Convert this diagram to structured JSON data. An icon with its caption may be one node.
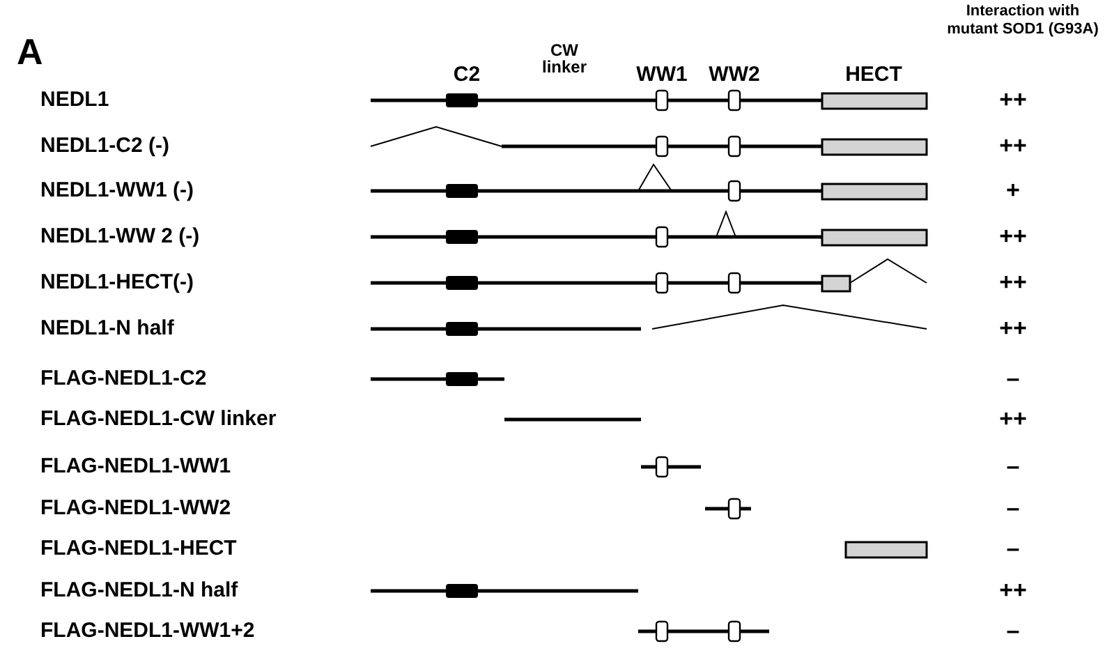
{
  "diagram": {
    "labels": [
      "A",
      "C2",
      "CW linker",
      "WW1",
      "WW2",
      "HECT",
      "Interaction with mutant SOD1 (G93A)",
      "NEDL1",
      "++",
      "NEDL1-C2 (-)",
      "++",
      "NEDL1-WW1 (-)",
      "+",
      "NEDL1-WW 2 (-)",
      "++",
      "NEDL1-HECT(-)",
      "++",
      "NEDL1-N half",
      "++",
      "FLAG-NEDL1-C2",
      "–",
      "FLAG-NEDL1-CW linker",
      "++",
      "FLAG-NEDL1-WW1",
      "–",
      "FLAG-NEDL1-WW2",
      "–",
      "FLAG-NEDL1-HECT",
      "–",
      "FLAG-NEDL1-N half",
      "++",
      "FLAG-NEDL1-WW1+2",
      "–"
    ]
  }
}
